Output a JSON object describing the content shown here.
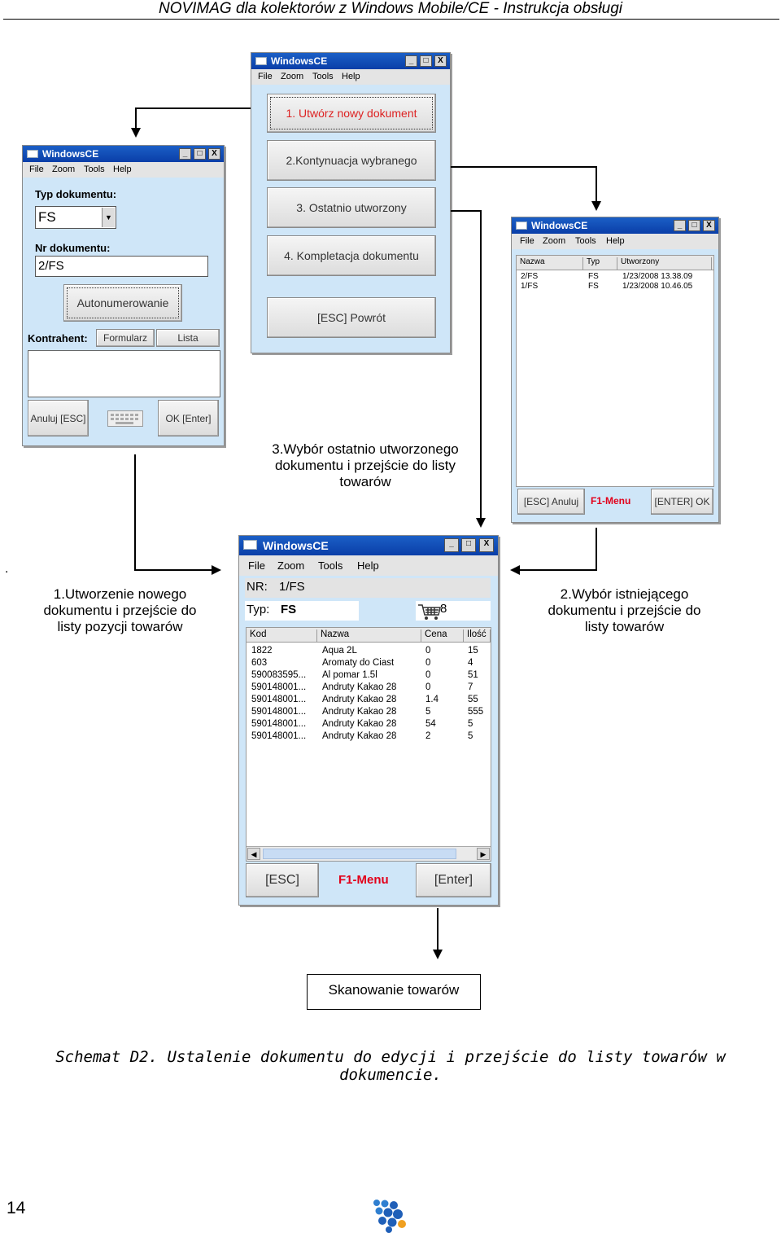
{
  "header": {
    "title": "NOVIMAG dla kolektorów z Windows Mobile/CE - Instrukcja obsługi"
  },
  "window_common": {
    "title": "WindowsCE",
    "menu": [
      "File",
      "Zoom",
      "Tools",
      "Help"
    ],
    "min": "_",
    "max": "□",
    "close": "X"
  },
  "menu_window": {
    "buttons": [
      "1. Utwórz  nowy dokument",
      "2.Kontynuacja wybranego",
      "3. Ostatnio utworzony",
      "4. Kompletacja dokumentu",
      "[ESC] Powrót"
    ]
  },
  "new_doc_window": {
    "typ_label": "Typ dokumentu:",
    "typ_value": "FS",
    "nr_label": "Nr dokumentu:",
    "nr_value": "2/FS",
    "autonum_button": "Autonumerowanie",
    "kontrahent_label": "Kontrahent:",
    "formularz_button": "Formularz",
    "lista_button": "Lista",
    "cancel_button": "Anuluj [ESC]",
    "ok_button": "OK [Enter]"
  },
  "doc_list_window": {
    "columns": [
      "Nazwa",
      "Typ",
      "Utworzony"
    ],
    "rows": [
      [
        "2/FS",
        "FS",
        "1/23/2008 13.38.09"
      ],
      [
        "1/FS",
        "FS",
        "1/23/2008 10.46.05"
      ]
    ],
    "esc_button": "[ESC] Anuluj",
    "f1_menu": "F1-Menu",
    "enter_button": "[ENTER] OK"
  },
  "items_window": {
    "nr_label": "NR:",
    "nr_value": "1/FS",
    "typ_label": "Typ:",
    "typ_value": "FS",
    "cart_count": "8",
    "columns": [
      "Kod",
      "Nazwa",
      "Cena",
      "Ilość"
    ],
    "rows": [
      [
        "1822",
        "Aqua 2L",
        "0",
        "15"
      ],
      [
        "603",
        "Aromaty do Ciast",
        "0",
        "4"
      ],
      [
        "590083595...",
        "Al pomar 1.5l",
        "0",
        "51"
      ],
      [
        "590148001...",
        "Andruty Kakao 28",
        "0",
        "7"
      ],
      [
        "590148001...",
        "Andruty Kakao 28",
        "1.4",
        "55"
      ],
      [
        "590148001...",
        "Andruty Kakao 28",
        "5",
        "555"
      ],
      [
        "590148001...",
        "Andruty Kakao 28",
        "54",
        "5"
      ],
      [
        "590148001...",
        "Andruty Kakao 28",
        "2",
        "5"
      ]
    ],
    "esc_button": "[ESC]",
    "f1_menu": "F1-Menu",
    "enter_button": "[Enter]"
  },
  "captions": {
    "c3": "3.Wybór ostatnio utworzonego dokumentu i przejście do listy towarów",
    "dot": ".",
    "c1": "1.Utworzenie nowego dokumentu i przejście do listy pozycji towarów",
    "c2": "2.Wybór istniejącego dokumentu i przejście do listy towarów",
    "scan": "Skanowanie towarów"
  },
  "footer": {
    "schemat": "Schemat D2. Ustalenie dokumentu do edycji i przejście do listy towarów w dokumencie.",
    "page_number": "14"
  }
}
